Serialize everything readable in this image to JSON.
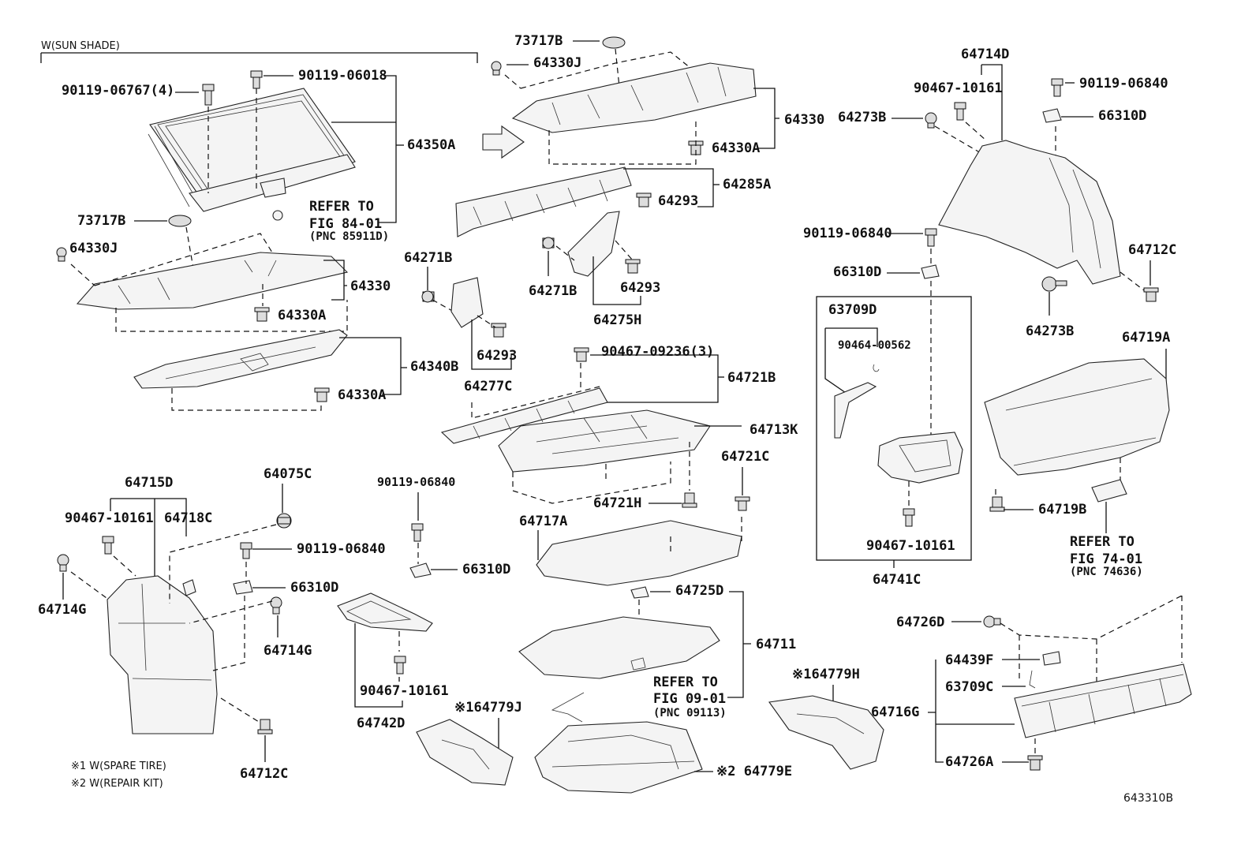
{
  "diagram": {
    "figure_code": "643310B",
    "section_header": "W(SUN SHADE)",
    "notes": [
      "※1 W(SPARE TIRE)",
      "※2 W(REPAIR KIT)"
    ],
    "refer_notes": [
      {
        "line1": "REFER TO",
        "line2": "FIG 84-01",
        "line3": "(PNC 85911D)"
      },
      {
        "line1": "REFER TO",
        "line2": "FIG 09-01",
        "line3": "(PNC 09113)"
      },
      {
        "line1": "REFER TO",
        "line2": "FIG 74-01",
        "line3": "(PNC 74636)"
      }
    ],
    "part_labels": [
      "90119-06767(4)",
      "90119-06018",
      "64350A",
      "73717B",
      "64330J",
      "64330",
      "64330A",
      "64340B",
      "64330A",
      "73717B",
      "64330J",
      "64330",
      "64330A",
      "64285A",
      "64293",
      "64271B",
      "64271B",
      "64293",
      "64275H",
      "64293",
      "64277C",
      "90467-09236(3)",
      "64721B",
      "64713K",
      "64721C",
      "64721H",
      "64717A",
      "64714D",
      "90467-10161",
      "90119-06840",
      "64273B",
      "66310D",
      "90119-06840",
      "66310D",
      "64712C",
      "64273B",
      "63709D",
      "90464-00562",
      "90467-10161",
      "64741C",
      "64719A",
      "64719B",
      "64715D",
      "90467-10161",
      "64718C",
      "64075C",
      "90119-06840",
      "66310D",
      "64714G",
      "64714G",
      "64712C",
      "90119-06840",
      "66310D",
      "90467-10161",
      "64742D",
      "64725D",
      "64711",
      "※164779J",
      "※164779H",
      "※2 64779E",
      "64726D",
      "64439F",
      "63709C",
      "64716G",
      "64726A"
    ]
  }
}
